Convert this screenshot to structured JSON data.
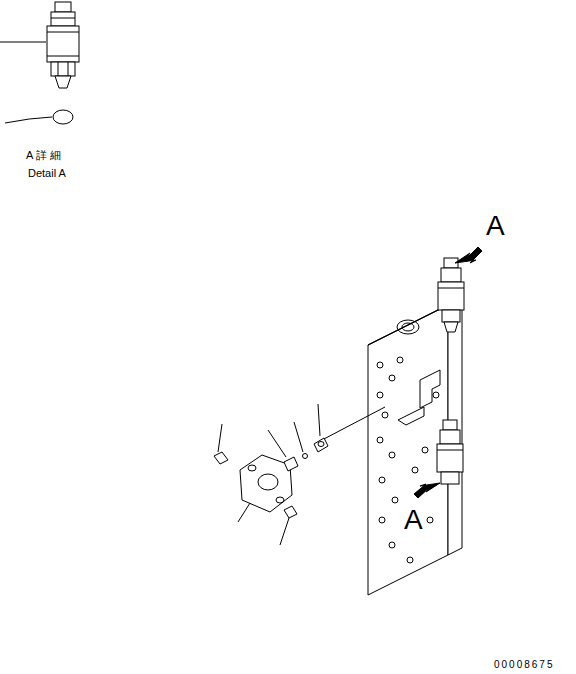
{
  "diagram": {
    "labels": [
      "A 詳 細",
      "Detail A",
      "A",
      "A",
      "00008675"
    ]
  }
}
